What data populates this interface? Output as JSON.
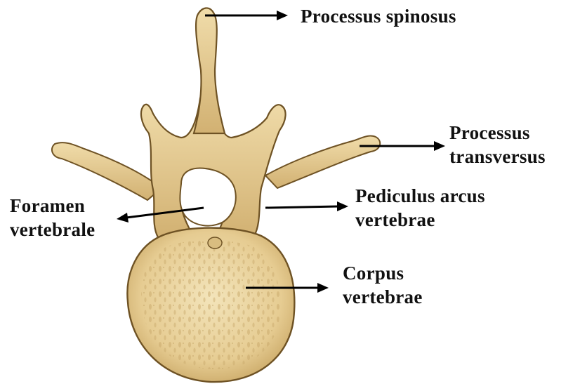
{
  "colors": {
    "bone": "#e4c98d",
    "bone_light": "#f1e1b6",
    "bone_shadow": "#b99553",
    "bone_outline": "#6e5224",
    "arrow": "#000000"
  },
  "labels": {
    "processus_spinosus": "Processus spinosus",
    "processus_transversus": [
      "Processus",
      "transversus"
    ],
    "foramen_vertebrale": [
      "Foramen",
      "vertebrale"
    ],
    "pediculus_arcus_vertebrae": [
      "Pediculus arcus",
      "vertebrae"
    ],
    "corpus_vertebrae": [
      "Corpus",
      "vertebrae"
    ]
  }
}
